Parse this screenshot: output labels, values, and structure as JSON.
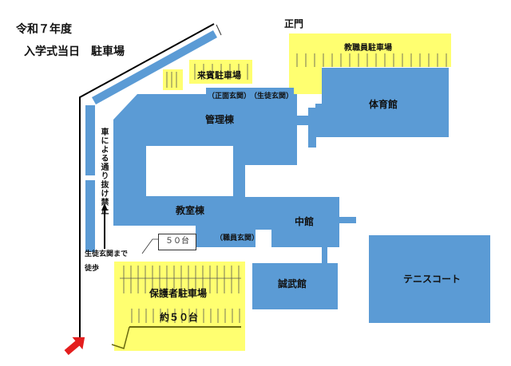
{
  "title": {
    "year": "令和７年度",
    "subtitle": "入学式当日　駐車場"
  },
  "gate": "正門",
  "parking": {
    "faculty": "教職員駐車場",
    "visitor": "来賓駐車場",
    "guardian": "保護者駐車場",
    "guardian_capacity": "約５０台",
    "overflow_capacity": "５０台"
  },
  "buildings": {
    "admin": "管理棟",
    "gym": "体育館",
    "classroom": "教室棟",
    "middle": "中館",
    "budokan": "誠武館",
    "tennis": "テニスコート"
  },
  "entrances": {
    "front": "（正面玄関）",
    "student": "（生徒玄関）",
    "staff": "（職員玄関）"
  },
  "notes": {
    "no_through": "車による通り抜け禁止",
    "walk_line1": "生徒玄関まで",
    "walk_line2": "徒歩"
  },
  "colors": {
    "building": "#5b9bd5",
    "parking": "#ffff70",
    "arrow": "#e41e1e"
  }
}
